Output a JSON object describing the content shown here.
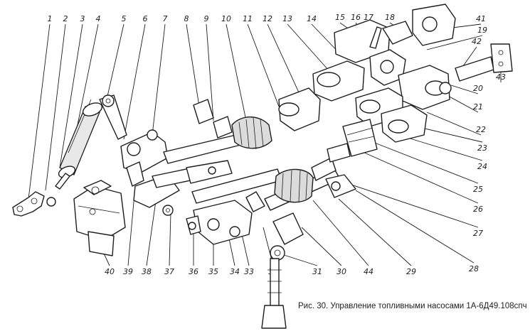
{
  "caption": "Рис. 30. Управление топливными насосами 1А-6Д49.108спч",
  "part_labels": [
    "1",
    "2",
    "3",
    "4",
    "5",
    "6",
    "7",
    "8",
    "9",
    "10",
    "11",
    "12",
    "13",
    "14",
    "15",
    "16",
    "17",
    "18",
    "41",
    "19",
    "42",
    "43",
    "20",
    "21",
    "22",
    "23",
    "24",
    "25",
    "26",
    "27",
    "28",
    "29",
    "44",
    "30",
    "31",
    "32",
    "33",
    "34",
    "35",
    "36",
    "37",
    "38",
    "39",
    "40"
  ]
}
